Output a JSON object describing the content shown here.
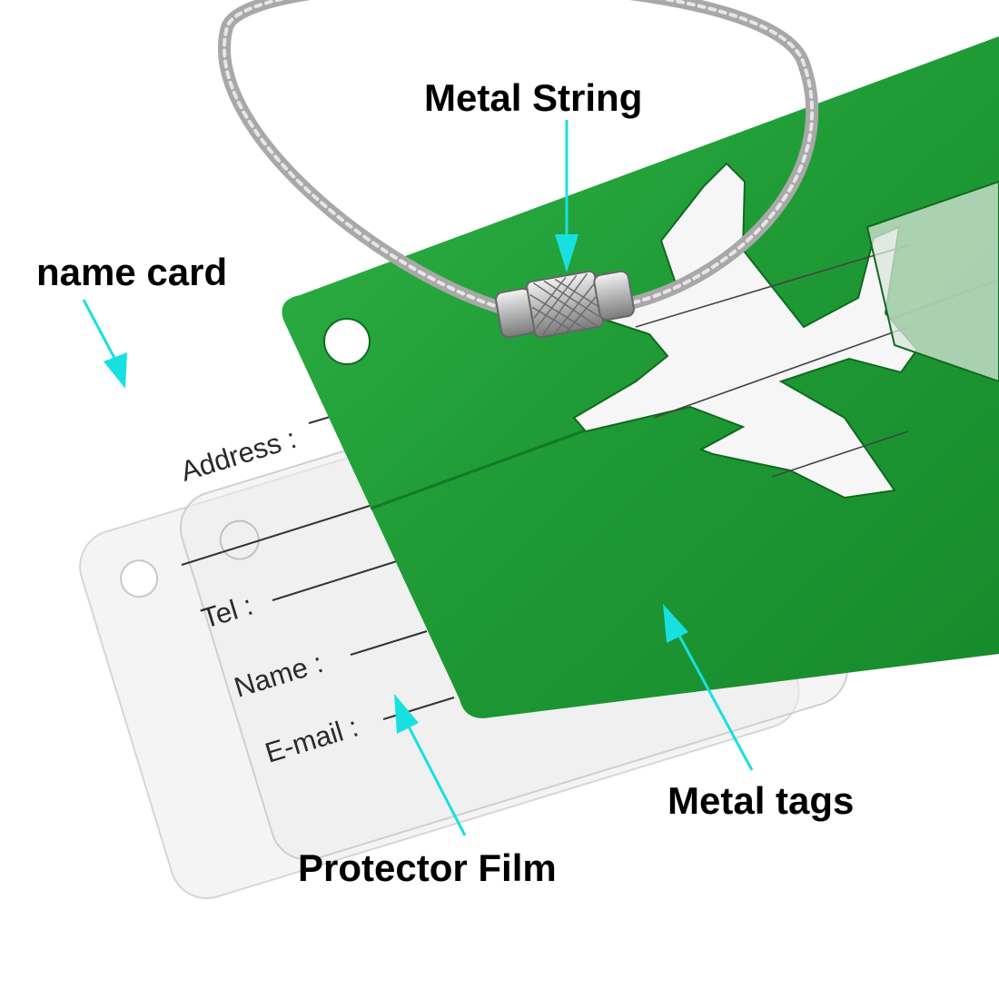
{
  "labels": {
    "metal_string": "Metal String",
    "name_card": "name card",
    "metal_tags": "Metal tags",
    "protector_film": "Protector Film"
  },
  "card_fields": {
    "address": "Address :",
    "tel": "Tel :",
    "name": "Name :",
    "email": "E-mail :"
  },
  "colors": {
    "tag_green": "#1f9a35",
    "tag_green_dark": "#137a25",
    "arrow": "#19e0e0",
    "card": "#f3f3f3",
    "wire": "#a8a8a8"
  }
}
